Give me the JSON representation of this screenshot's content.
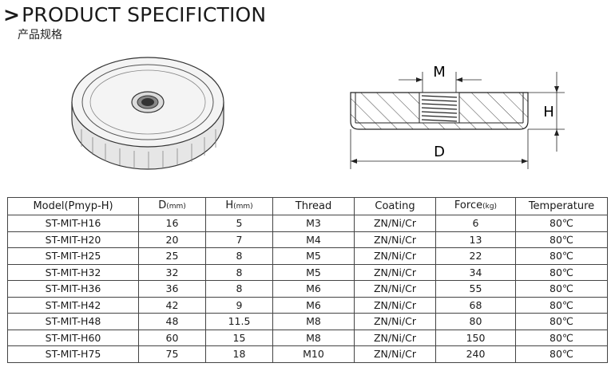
{
  "header": {
    "title": "PRODUCT SPECIFICTION",
    "subtitle": "产品规格"
  },
  "diagram": {
    "label_m": "M",
    "label_h": "H",
    "label_d": "D"
  },
  "table": {
    "headers": [
      {
        "main": "Model(Pmyp-H)",
        "unit": ""
      },
      {
        "main": "D",
        "unit": "(mm)"
      },
      {
        "main": "H",
        "unit": "(mm)"
      },
      {
        "main": "Thread",
        "unit": ""
      },
      {
        "main": "Coating",
        "unit": ""
      },
      {
        "main": "Force",
        "unit": "(kg)"
      },
      {
        "main": "Temperature",
        "unit": ""
      }
    ],
    "rows": [
      [
        "ST-MIT-H16",
        "16",
        "5",
        "M3",
        "ZN/Ni/Cr",
        "6",
        "80℃"
      ],
      [
        "ST-MIT-H20",
        "20",
        "7",
        "M4",
        "ZN/Ni/Cr",
        "13",
        "80℃"
      ],
      [
        "ST-MIT-H25",
        "25",
        "8",
        "M5",
        "ZN/Ni/Cr",
        "22",
        "80℃"
      ],
      [
        "ST-MIT-H32",
        "32",
        "8",
        "M5",
        "ZN/Ni/Cr",
        "34",
        "80℃"
      ],
      [
        "ST-MIT-H36",
        "36",
        "8",
        "M6",
        "ZN/Ni/Cr",
        "55",
        "80℃"
      ],
      [
        "ST-MIT-H42",
        "42",
        "9",
        "M6",
        "ZN/Ni/Cr",
        "68",
        "80℃"
      ],
      [
        "ST-MIT-H48",
        "48",
        "11.5",
        "M8",
        "ZN/Ni/Cr",
        "80",
        "80℃"
      ],
      [
        "ST-MIT-H60",
        "60",
        "15",
        "M8",
        "ZN/Ni/Cr",
        "150",
        "80℃"
      ],
      [
        "ST-MIT-H75",
        "75",
        "18",
        "M10",
        "ZN/Ni/Cr",
        "240",
        "80℃"
      ]
    ]
  }
}
